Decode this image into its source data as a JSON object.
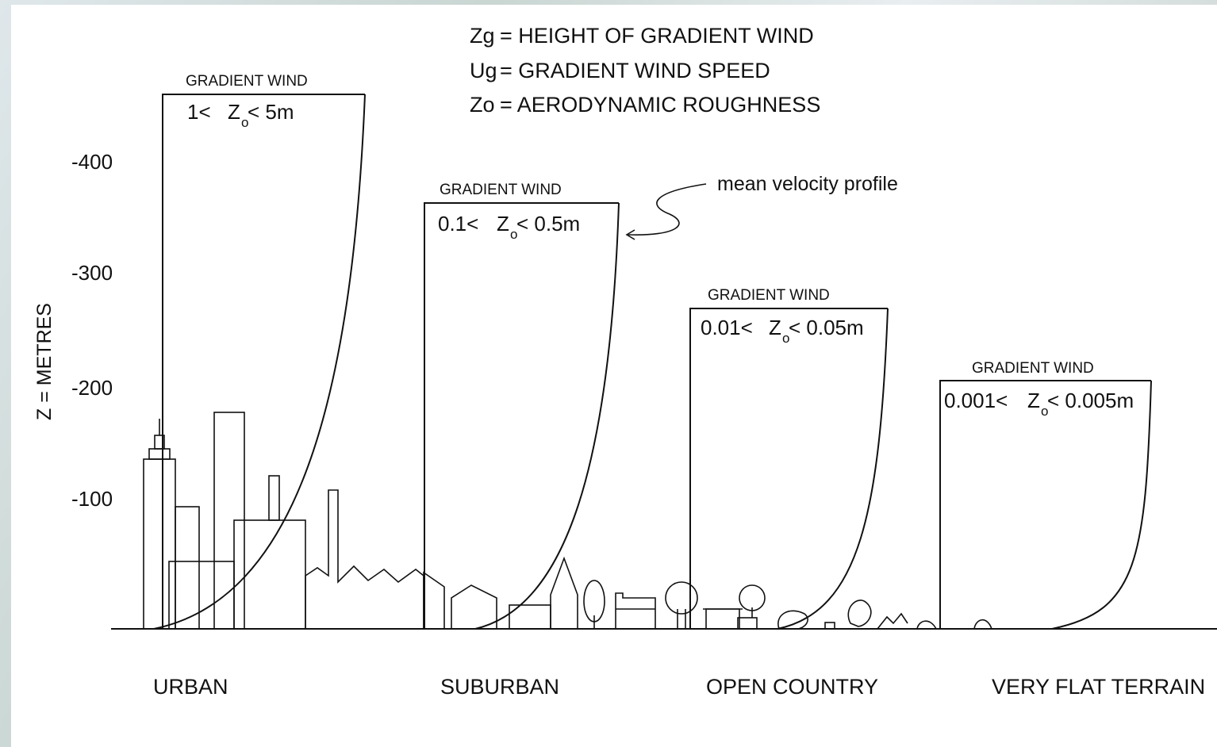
{
  "legend": [
    {
      "symbol": "Zg",
      "text": "= HEIGHT OF GRADIENT WIND"
    },
    {
      "symbol": "Ug",
      "text": "= GRADIENT WIND SPEED"
    },
    {
      "symbol": "Zo",
      "text": "= AERODYNAMIC ROUGHNESS"
    }
  ],
  "y_axis": {
    "title": "Z = METRES",
    "ticks": [
      "-400",
      "-300",
      "-200",
      "-100"
    ]
  },
  "annotation": "mean velocity profile",
  "profiles": [
    {
      "terrain": "URBAN",
      "gradient_label": "GRADIENT WIND",
      "roughness_pre": "1<",
      "roughness_post": "< 5m"
    },
    {
      "terrain": "SUBURBAN",
      "gradient_label": "GRADIENT WIND",
      "roughness_pre": "0.1<",
      "roughness_post": "< 0.5m"
    },
    {
      "terrain": "OPEN COUNTRY",
      "gradient_label": "GRADIENT WIND",
      "roughness_pre": "0.01<",
      "roughness_post": "< 0.05m"
    },
    {
      "terrain": "VERY FLAT TERRAIN",
      "gradient_label": "GRADIENT WIND",
      "roughness_pre": "0.001<",
      "roughness_post": "< 0.005m"
    }
  ]
}
